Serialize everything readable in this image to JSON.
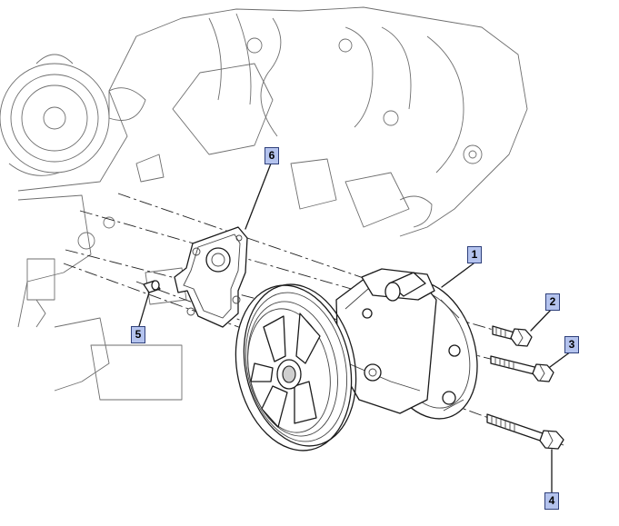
{
  "callouts": [
    {
      "id": "1",
      "label": "1"
    },
    {
      "id": "2",
      "label": "2"
    },
    {
      "id": "3",
      "label": "3"
    },
    {
      "id": "4",
      "label": "4"
    },
    {
      "id": "5",
      "label": "5"
    },
    {
      "id": "6",
      "label": "6"
    }
  ],
  "colors": {
    "callout_fill": "#b4c3ee",
    "callout_border": "#2e3f7a",
    "line": "#1a1a1a",
    "background": "#ffffff"
  }
}
